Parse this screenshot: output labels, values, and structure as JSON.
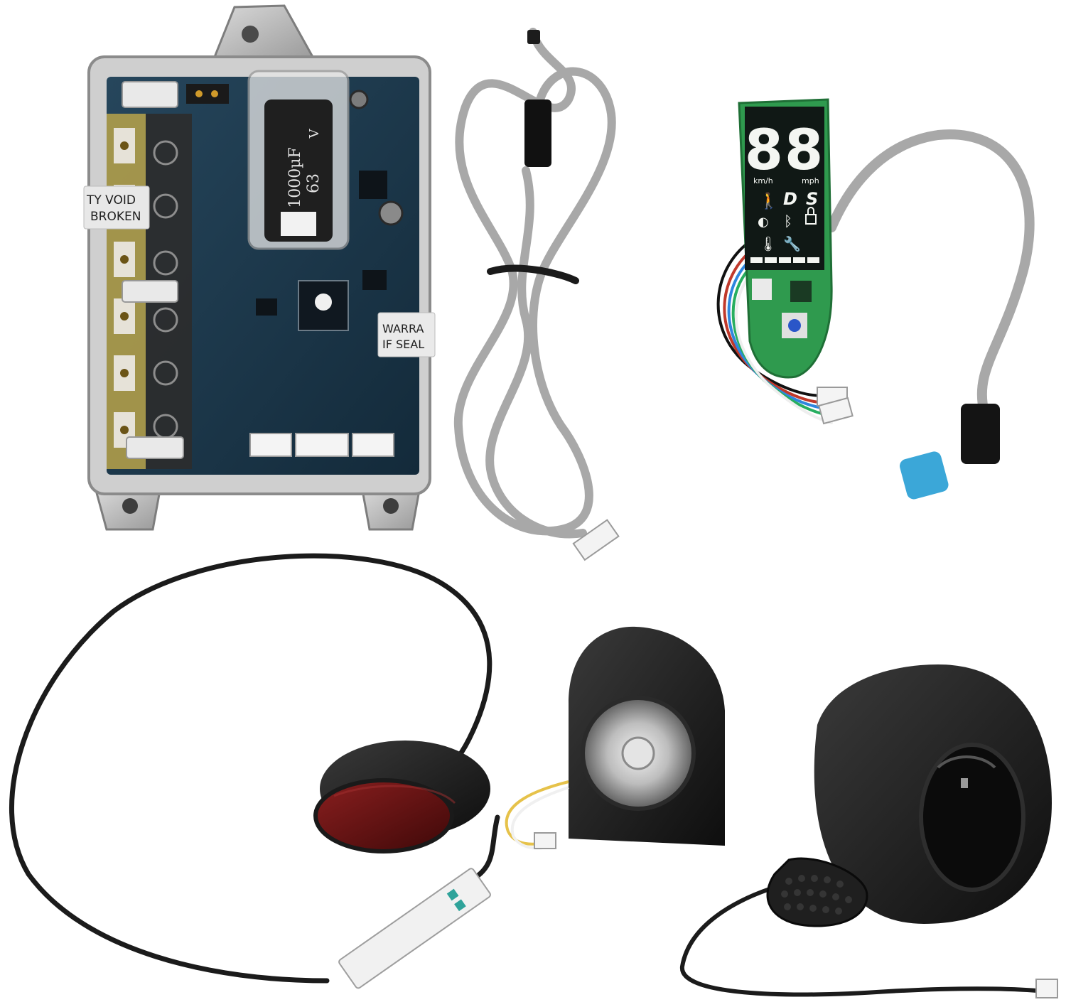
{
  "controller": {
    "warranty_label_left_line1": "TY VOID",
    "warranty_label_left_line2": "BROKEN",
    "warranty_label_right_line1": "WARRA",
    "warranty_label_right_line2": "IF SEAL",
    "capacitor_capacitance": "1000µF",
    "capacitor_voltage": "63",
    "capacitor_unit": "V"
  },
  "dashboard": {
    "speed_digits": "88",
    "unit_left": "km/h",
    "unit_right": "mph",
    "mode_d": "D",
    "mode_s": "S"
  },
  "colors": {
    "pcb": "#1d3a4f",
    "dashboard_pcb": "#2f9a4e",
    "display_bg": "#101815",
    "display_segment": "#f4f6f2",
    "cable_gray": "#a8a8a8",
    "cable_black": "#1b1b1b",
    "tail_light_red": "#6d1414",
    "connector_blue": "#3ba7d8"
  }
}
